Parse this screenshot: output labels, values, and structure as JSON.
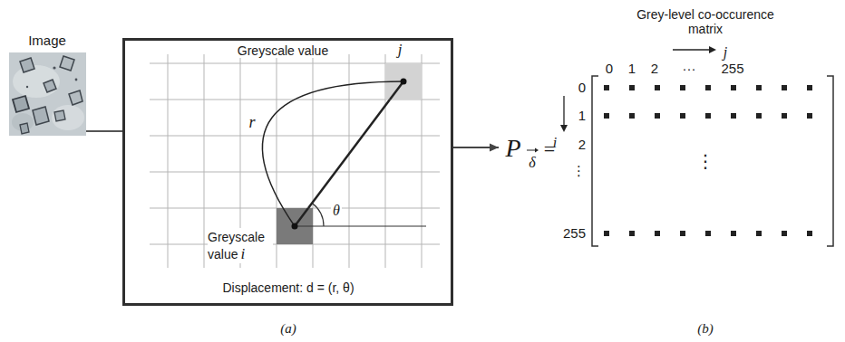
{
  "diagram": {
    "nodes": [
      {
        "text": [
          "Image"
        ]
      },
      {
        "text": [
          "(a)"
        ]
      },
      {
        "text": [
          "Greyscale value",
          "i"
        ],
        "in": 1
      },
      {
        "text": [
          "Greyscale value",
          "j"
        ],
        "in": 1
      },
      {
        "text": [
          "Grey-level co-occurence matrix",
          "(b)"
        ]
      }
    ],
    "edges": [
      {
        "from": 0,
        "to": 1,
        "arrow": "none"
      },
      {
        "from": 1,
        "to": 4,
        "arrow": "to"
      },
      {
        "from": 2,
        "to": 3,
        "arrow": "none"
      }
    ],
    "labels": [
      "r",
      "θ",
      "Displacement: d = (r, θ)",
      "P",
      "δ",
      "=",
      "j",
      "0",
      "1",
      "2",
      "···",
      "255",
      "i",
      "0",
      "1",
      "2",
      "⋮",
      "255",
      "⋮"
    ]
  }
}
